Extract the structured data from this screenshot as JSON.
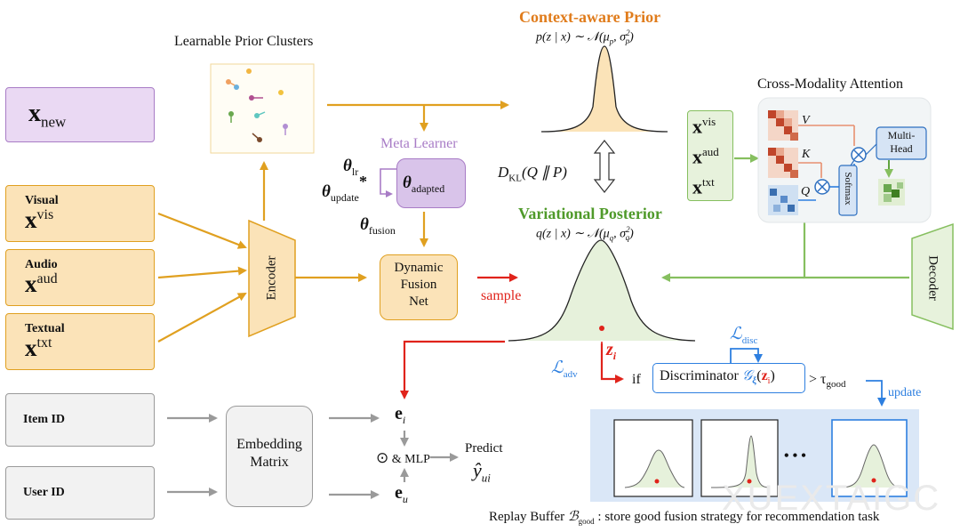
{
  "prior_clusters": {
    "label": "Learnable Prior Clusters"
  },
  "new_item": {
    "var": "x",
    "sub": "new"
  },
  "modalities": [
    {
      "name": "Visual",
      "var": "x",
      "sup": "vis"
    },
    {
      "name": "Audio",
      "var": "x",
      "sup": "aud"
    },
    {
      "name": "Textual",
      "var": "x",
      "sup": "txt"
    }
  ],
  "encoder": {
    "label": "Encoder"
  },
  "meta_learner": {
    "label": "Meta Learner",
    "theta_lr": "θ",
    "theta_lr_sub": "lr",
    "theta_update": "θ",
    "theta_update_sub": "update",
    "star": "*",
    "theta_adapted": "θ",
    "theta_adapted_sub": "adapted",
    "theta_fusion": "θ",
    "theta_fusion_sub": "fusion"
  },
  "fusion_net": {
    "line1": "Dynamic",
    "line2": "Fusion",
    "line3": "Net"
  },
  "sample_label": "sample",
  "prior": {
    "title": "Context-aware Prior",
    "formula": "p(z | x) ∼ 𝒩(μ",
    "formula_sub1": "p",
    "formula_mid": ", σ",
    "formula_sup2": "2",
    "formula_sub2": "p",
    "formula_end": ")"
  },
  "kl": {
    "text": "D",
    "sub": "KL",
    "rest": "(Q ∥ P)"
  },
  "posterior": {
    "title": "Variational Posterior",
    "formula": "q(z | x) ∼ 𝒩(μ",
    "formula_sub1": "q",
    "formula_mid": ", σ",
    "formula_sup2": "2",
    "formula_sub2": "q",
    "formula_end": ")"
  },
  "cross_attention": {
    "title": "Cross-Modality Attention",
    "modal_vars": [
      {
        "var": "x",
        "sup": "vis"
      },
      {
        "var": "x",
        "sup": "aud"
      },
      {
        "var": "x",
        "sup": "txt"
      }
    ],
    "v": "V",
    "k": "K",
    "q": "Q",
    "softmax": "Softmax",
    "multihead_line1": "Multi-",
    "multihead_line2": "Head"
  },
  "decoder": {
    "label": "Decoder"
  },
  "zi": {
    "var": "z",
    "sub": "i"
  },
  "l_adv": {
    "var": "ℒ",
    "sub": "adv"
  },
  "l_disc": {
    "var": "ℒ",
    "sub": "disc"
  },
  "discriminator": {
    "if": "if",
    "label": "Discriminator ",
    "g": "𝒢",
    "g_sub": "ξ",
    "arg_open": "(",
    "arg": "z",
    "arg_sub": "i",
    "arg_close": ")",
    "gt": "> τ",
    "tau_sub": "good",
    "update": "update"
  },
  "ids": [
    {
      "label": "Item ID",
      "icon": "film-icon"
    },
    {
      "label": "User ID",
      "icon": "user-avatar-icon"
    }
  ],
  "embedding": {
    "line1": "Embedding",
    "line2": "Matrix"
  },
  "ei": {
    "var": "e",
    "sub": "i"
  },
  "eu": {
    "var": "e",
    "sub": "u"
  },
  "mlp": {
    "op": "⊙",
    "label": " & MLP"
  },
  "predict": {
    "label": "Predict",
    "var": "ŷ",
    "sub": "ui"
  },
  "replay": {
    "ellipsis": "• • •",
    "caption_pre": "Replay Buffer ",
    "caption_b": "ℬ",
    "caption_b_sub": "good",
    "caption_post": " : store good fusion strategy for recommendation task"
  },
  "watermark": "XUEXTAIGC",
  "colors": {
    "orange": "#e0a020",
    "orange_fill": "#fbe3b8",
    "purple": "#a87cc6",
    "purple_fill": "#ead9f3",
    "green": "#86bf5f",
    "green_fill": "#e7f2dc",
    "red": "#e0231b",
    "blue": "#2d7fe0",
    "gray": "#9a9a9a",
    "prior_title": "#e07c1c",
    "posterior_title": "#4f9a2a"
  }
}
